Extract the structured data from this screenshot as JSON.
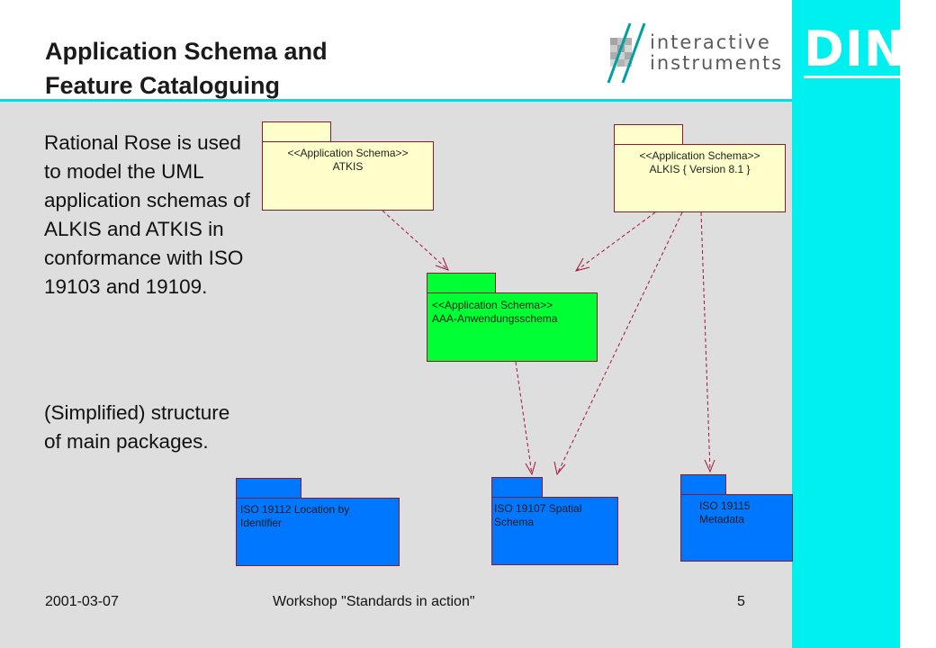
{
  "slide": {
    "title": "Application Schema and\nFeature Cataloguing",
    "logo_text": "interactive\ninstruments",
    "din_logo": "DIN",
    "body_paragraph_1": "Rational Rose is used to model the UML application schemas of ALKIS and ATKIS in conformance with ISO 19103 and 19109.",
    "body_paragraph_2": "(Simplified) structure of main packages.",
    "footer_date": "2001-03-07",
    "footer_center": "Workshop \"Standards in action\"",
    "footer_page": "5"
  },
  "colors": {
    "accent_cyan": "#00f0f0",
    "content_bg": "#dedede",
    "package_yellow": "#ffffcc",
    "package_green": "#00ff33",
    "package_blue": "#0077ff",
    "arrow": "#a0143c"
  },
  "diagram": {
    "packages": [
      {
        "id": "atkis",
        "label": "<<Application Schema>>\nATKIS"
      },
      {
        "id": "alkis",
        "label": "<<Application Schema>>\nALKIS { Version 8.1 }"
      },
      {
        "id": "aaa",
        "label": "<<Application Schema>>\nAAA-Anwendungsschema"
      },
      {
        "id": "iso19112",
        "label": "ISO 19112 Location by\nIdentifier"
      },
      {
        "id": "iso19107",
        "label": "ISO 19107 Spatial\nSchema"
      },
      {
        "id": "iso19115",
        "label": "ISO 19115\nMetadata"
      }
    ],
    "dependencies": [
      {
        "from": "atkis",
        "to": "aaa"
      },
      {
        "from": "alkis",
        "to": "aaa"
      },
      {
        "from": "alkis",
        "to": "iso19107"
      },
      {
        "from": "alkis",
        "to": "iso19115"
      },
      {
        "from": "aaa",
        "to": "iso19107"
      }
    ]
  }
}
